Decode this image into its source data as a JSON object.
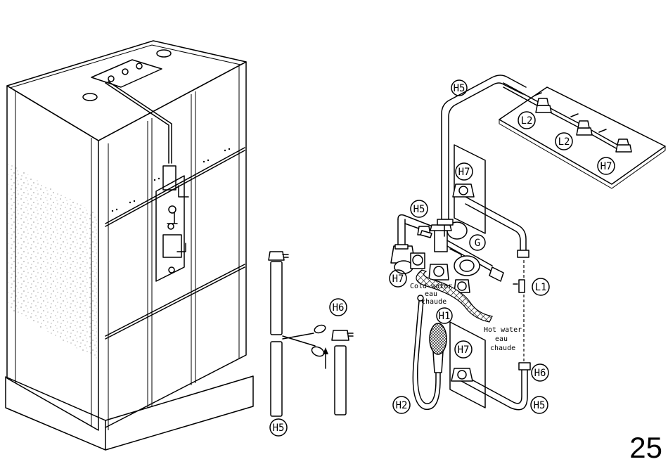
{
  "page_number": "25",
  "labels": {
    "h5": "H5",
    "h6": "H6",
    "h7": "H7",
    "h1": "H1",
    "h2": "H2",
    "g": "G",
    "l1": "L1",
    "l2": "L2"
  },
  "notes": {
    "cold_1": "Cold water",
    "cold_2": "eau",
    "cold_3": "chaude",
    "hot_1": "Hot water",
    "hot_2": "eau",
    "hot_3": "chaude"
  },
  "colors": {
    "line": "#000000",
    "background": "#ffffff"
  }
}
